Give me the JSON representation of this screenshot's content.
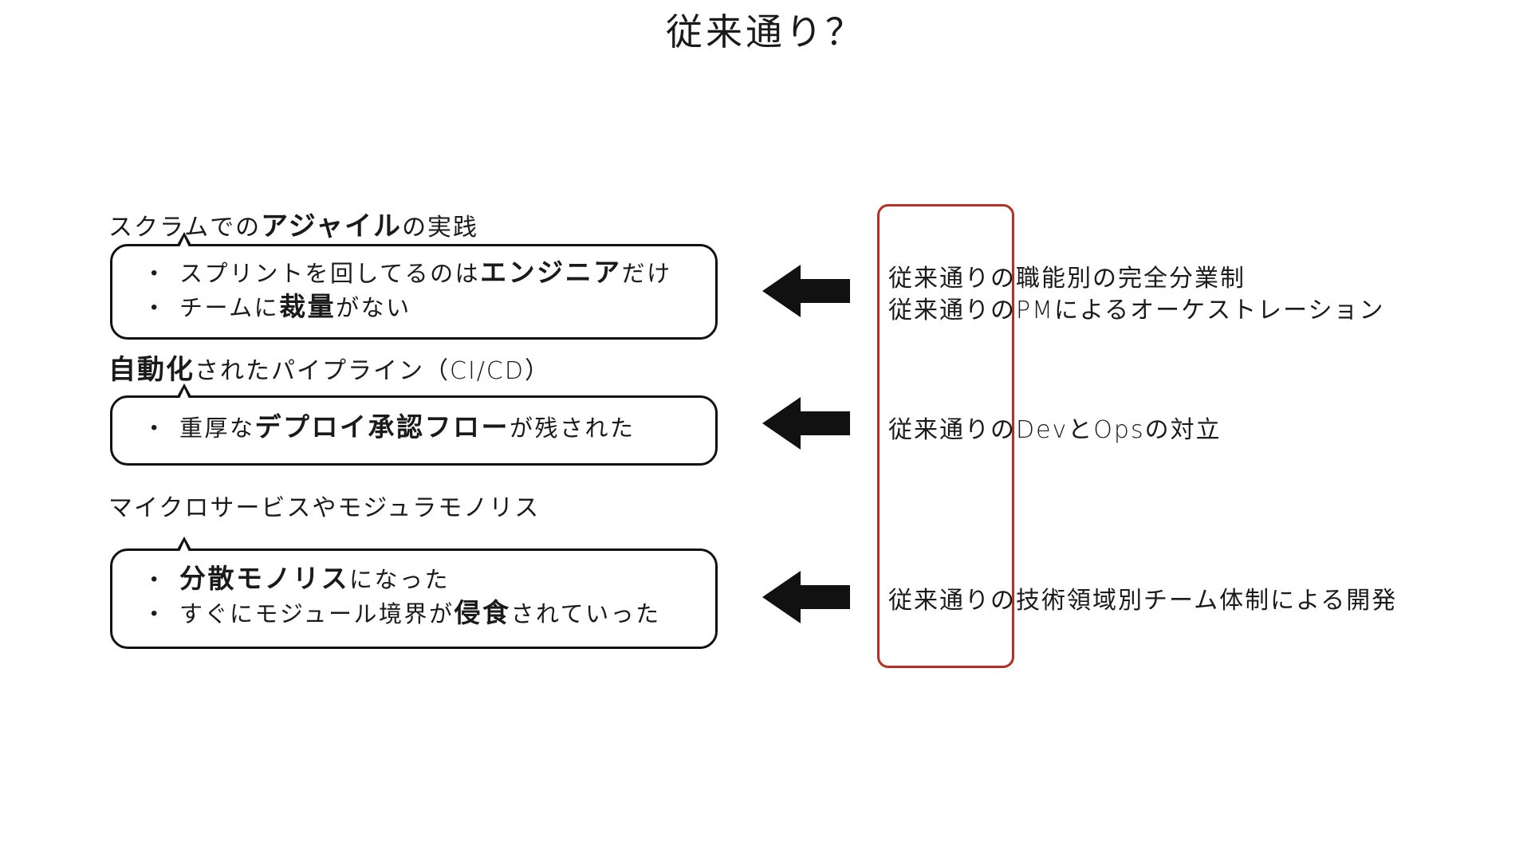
{
  "slide": {
    "title": "従来通り？",
    "left": [
      {
        "heading": [
          {
            "text": "スクラムでの",
            "em": false
          },
          {
            "text": "アジャイル",
            "em": true
          },
          {
            "text": "の実践",
            "em": false
          }
        ],
        "bullets": [
          [
            {
              "text": "スプリントを回してるのは",
              "em": false
            },
            {
              "text": "エンジニア",
              "em": true
            },
            {
              "text": "だけ",
              "em": false
            }
          ],
          [
            {
              "text": "チームに",
              "em": false
            },
            {
              "text": "裁量",
              "em": true
            },
            {
              "text": "がない",
              "em": false
            }
          ]
        ]
      },
      {
        "heading": [
          {
            "text": "自動化",
            "em": true
          },
          {
            "text": "されたパイプライン（CI/CD）",
            "em": false
          }
        ],
        "bullets": [
          [
            {
              "text": "重厚な",
              "em": false
            },
            {
              "text": "デプロイ承認フロー",
              "em": true
            },
            {
              "text": "が残された",
              "em": false
            }
          ]
        ]
      },
      {
        "heading": [
          {
            "text": "マイクロサービスやモジュラモノリス",
            "em": false
          }
        ],
        "bullets": [
          [
            {
              "text": "分散モノリス",
              "em": true
            },
            {
              "text": "になった",
              "em": false
            }
          ],
          [
            {
              "text": "すぐにモジュール境界が",
              "em": false
            },
            {
              "text": "侵食",
              "em": true
            },
            {
              "text": "されていった",
              "em": false
            }
          ]
        ]
      }
    ],
    "right": [
      "従来通りの職能別の完全分業制",
      "従来通りのPMによるオーケストレーション",
      "従来通りのDevとOpsの対立",
      "従来通りの技術領域別チーム体制による開発"
    ],
    "colors": {
      "text": "#1a1a1a",
      "outline": "#111111",
      "highlight_box": "#b53022"
    },
    "icons": [
      "arrow-left-icon",
      "arrow-left-icon",
      "arrow-left-icon"
    ]
  }
}
